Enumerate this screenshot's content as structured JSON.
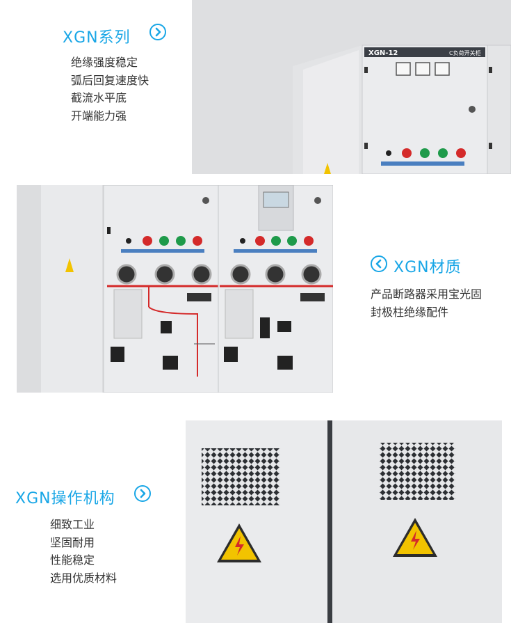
{
  "sections": [
    {
      "title": "XGN系列",
      "arrow_icon": "chevron-right-circle-icon",
      "items": [
        "绝缘强度稳定",
        "弧后回复速度快",
        "截流水平底",
        "开端能力强"
      ]
    },
    {
      "title": "XGN材质",
      "arrow_icon": "chevron-left-circle-icon",
      "items": [
        "产品断路器采用宝光固",
        "封极柱绝缘配件"
      ]
    },
    {
      "title": "XGN操作机构",
      "arrow_icon": "chevron-right-circle-icon",
      "items": [
        "细致工业",
        "坚固耐用",
        "性能稳定",
        "选用优质材料"
      ]
    }
  ],
  "photos": {
    "cabinet_top": {
      "panel_label": "XGN-12",
      "brand_label": "C负荷开关柜"
    }
  },
  "colors": {
    "accent": "#18a6e6",
    "text": "#333333",
    "cabinet": "#e9eaec",
    "warning": "#f2c300"
  }
}
